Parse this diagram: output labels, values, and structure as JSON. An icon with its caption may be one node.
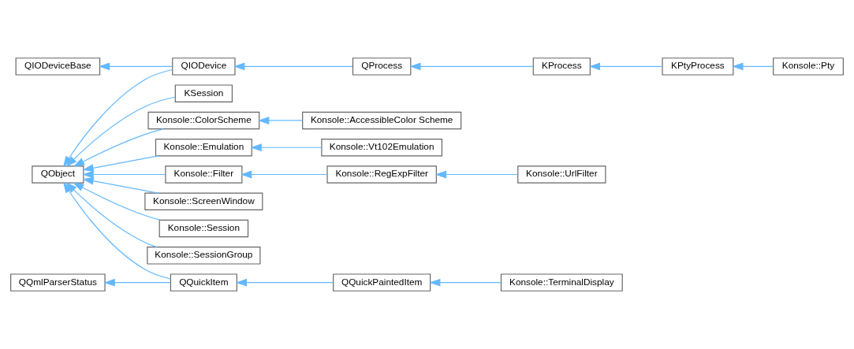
{
  "diagram": {
    "nodes": [
      {
        "text": [
          "QIODeviceBase"
        ]
      },
      {
        "text": [
          "QIODevice"
        ]
      },
      {
        "text": [
          "QProcess"
        ]
      },
      {
        "text": [
          "KProcess"
        ]
      },
      {
        "text": [
          "KPtyProcess"
        ]
      },
      {
        "text": [
          "Konsole::Pty"
        ]
      },
      {
        "text": [
          "KSession"
        ]
      },
      {
        "text": [
          "Konsole::ColorScheme"
        ]
      },
      {
        "text": [
          "Konsole::AccessibleColor Scheme"
        ]
      },
      {
        "text": [
          "Konsole::Emulation"
        ]
      },
      {
        "text": [
          "Konsole::Vt102Emulation"
        ]
      },
      {
        "text": [
          "QObject"
        ]
      },
      {
        "text": [
          "Konsole::Filter"
        ]
      },
      {
        "text": [
          "Konsole::RegExpFilter"
        ]
      },
      {
        "text": [
          "Konsole::UrlFilter"
        ]
      },
      {
        "text": [
          "Konsole::ScreenWindow"
        ]
      },
      {
        "text": [
          "Konsole::Session"
        ]
      },
      {
        "text": [
          "Konsole::SessionGroup"
        ]
      },
      {
        "text": [
          "QQmlParserStatus"
        ]
      },
      {
        "text": [
          "QQuickItem"
        ]
      },
      {
        "text": [
          "QQuickPaintedItem"
        ]
      },
      {
        "text": [
          "Konsole::TerminalDisplay"
        ]
      }
    ],
    "edges": [
      {
        "from": 1,
        "to": 0,
        "arrow": "to"
      },
      {
        "from": 2,
        "to": 1,
        "arrow": "to"
      },
      {
        "from": 3,
        "to": 2,
        "arrow": "to"
      },
      {
        "from": 4,
        "to": 3,
        "arrow": "to"
      },
      {
        "from": 5,
        "to": 4,
        "arrow": "to"
      },
      {
        "from": 1,
        "to": 11,
        "arrow": "to"
      },
      {
        "from": 6,
        "to": 11,
        "arrow": "to"
      },
      {
        "from": 7,
        "to": 11,
        "arrow": "to"
      },
      {
        "from": 8,
        "to": 7,
        "arrow": "to"
      },
      {
        "from": 9,
        "to": 11,
        "arrow": "to"
      },
      {
        "from": 10,
        "to": 9,
        "arrow": "to"
      },
      {
        "from": 12,
        "to": 11,
        "arrow": "to"
      },
      {
        "from": 13,
        "to": 12,
        "arrow": "to"
      },
      {
        "from": 14,
        "to": 13,
        "arrow": "to"
      },
      {
        "from": 15,
        "to": 11,
        "arrow": "to"
      },
      {
        "from": 16,
        "to": 11,
        "arrow": "to"
      },
      {
        "from": 17,
        "to": 11,
        "arrow": "to"
      },
      {
        "from": 19,
        "to": 11,
        "arrow": "to"
      },
      {
        "from": 19,
        "to": 18,
        "arrow": "to"
      },
      {
        "from": 20,
        "to": 19,
        "arrow": "to"
      },
      {
        "from": 21,
        "to": 20,
        "arrow": "to"
      }
    ]
  }
}
